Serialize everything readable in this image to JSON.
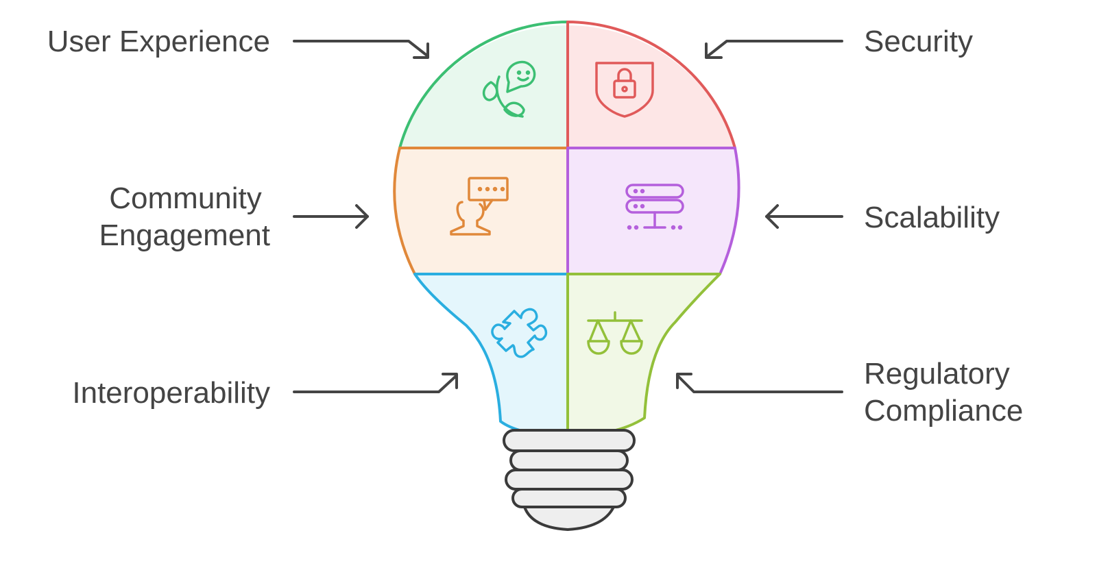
{
  "diagram": {
    "left_labels": {
      "user_experience": [
        "User Experience"
      ],
      "community_engagement": [
        "Community",
        "Engagement"
      ],
      "interoperability": [
        "Interoperability"
      ]
    },
    "right_labels": {
      "security": [
        "Security"
      ],
      "scalability": [
        "Scalability"
      ],
      "regulatory_compliance": [
        "Regulatory",
        "Compliance"
      ]
    },
    "icons": {
      "user_experience": "globe-chat-icon",
      "security": "shield-lock-icon",
      "community_engagement": "user-speech-icon",
      "scalability": "server-icon",
      "interoperability": "puzzle-piece-icon",
      "regulatory_compliance": "scales-icon"
    },
    "colors": {
      "user_experience": {
        "stroke": "#3cbf73",
        "fill": "#e8f8ee"
      },
      "security": {
        "stroke": "#e05a5a",
        "fill": "#fde6e6"
      },
      "community_engagement": {
        "stroke": "#e0883a",
        "fill": "#fdf0e4"
      },
      "scalability": {
        "stroke": "#b45fdc",
        "fill": "#f5e6fb"
      },
      "interoperability": {
        "stroke": "#2aaee0",
        "fill": "#e4f6fc"
      },
      "regulatory_compliance": {
        "stroke": "#93c03a",
        "fill": "#f1f8e6"
      },
      "text": "#444444",
      "arrow": "#444444",
      "base_fill": "#eeeeee",
      "base_stroke": "#3a3a3a"
    }
  }
}
